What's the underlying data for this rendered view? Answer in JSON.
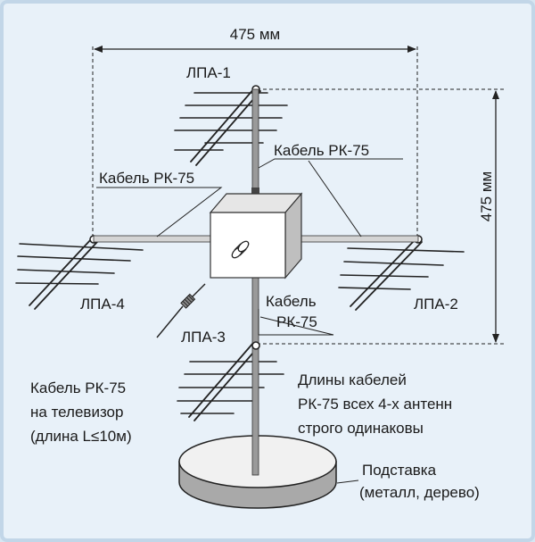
{
  "dimensions": {
    "width_label": "475 мм",
    "height_label": "475 мм"
  },
  "antennas": {
    "lpa1": "ЛПА-1",
    "lpa2": "ЛПА-2",
    "lpa3": "ЛПА-3",
    "lpa4": "ЛПА-4"
  },
  "cables": {
    "cable_top_right": "Кабель РК-75",
    "cable_left": "Кабель РК-75",
    "cable_center_line1": "Кабель",
    "cable_center_line2": "РК-75"
  },
  "notes": {
    "tv_cable": [
      "Кабель РК-75",
      "на телевизор",
      "(длина L≤10м)"
    ],
    "cable_lengths": [
      "Длины кабелей",
      "РК-75 всех 4-х антенн",
      "строго одинаковы"
    ],
    "stand": [
      "Подставка",
      "(металл, дерево)"
    ]
  },
  "colors": {
    "background": "#e8f1f9",
    "frame": "#c2d6e8",
    "line": "#222222",
    "box_face": "#ffffff",
    "box_side": "#bfbfbf",
    "mast": "#9a9a9a",
    "stand_top": "#f1f1f1",
    "stand_side": "#a9a9a9"
  }
}
